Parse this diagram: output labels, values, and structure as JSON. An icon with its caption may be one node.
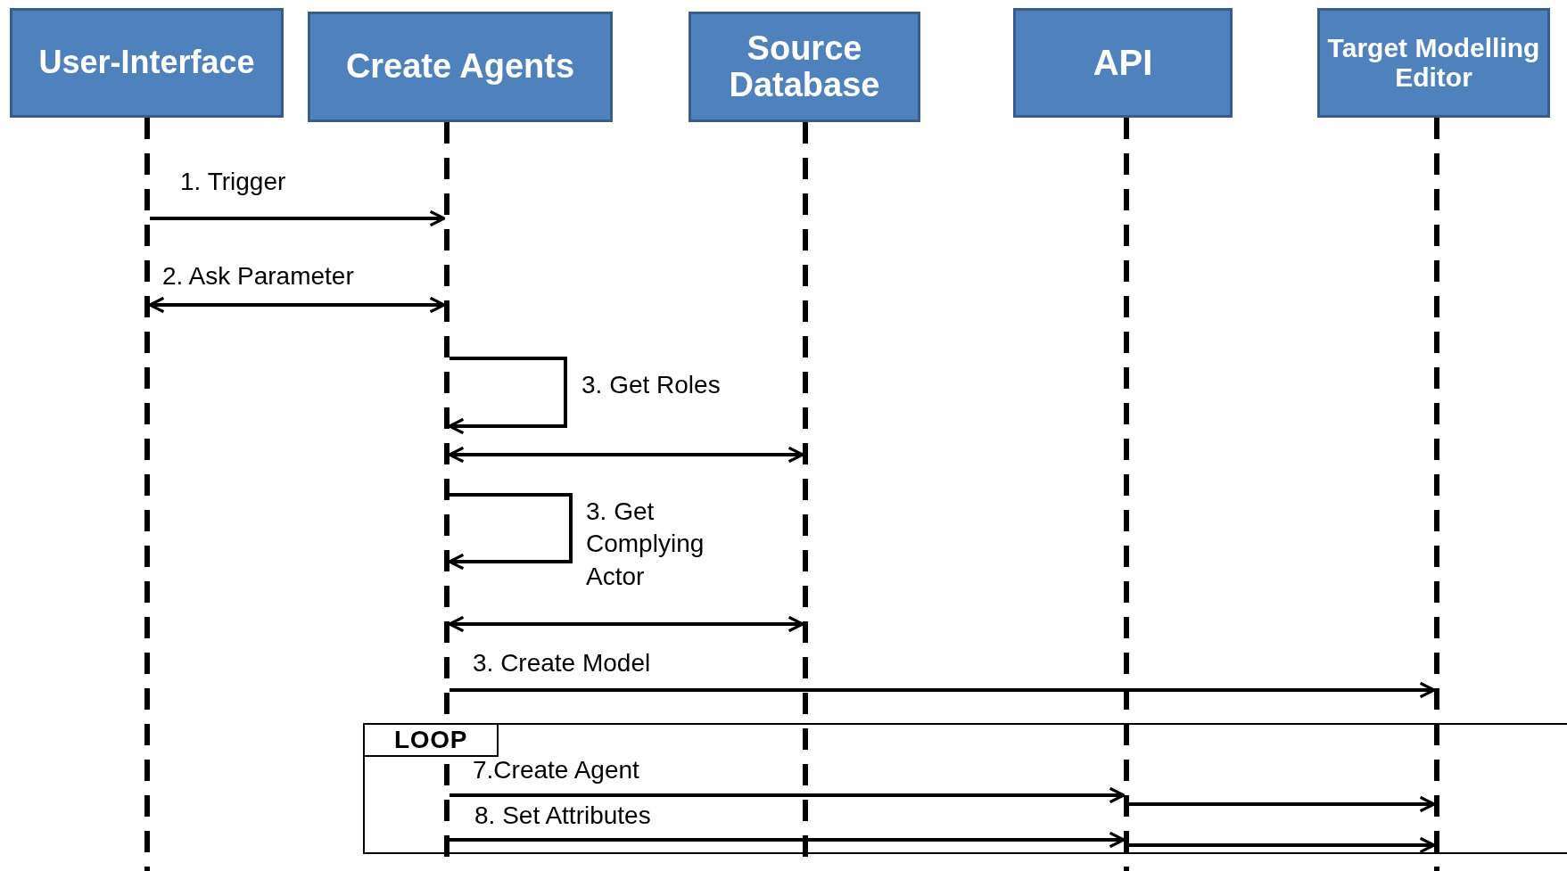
{
  "diagram": {
    "nodes": [
      {
        "text": [
          "User-Interface"
        ]
      },
      {
        "text": [
          "Create Agents"
        ]
      },
      {
        "text": [
          "Source Database"
        ]
      },
      {
        "text": [
          "API"
        ]
      },
      {
        "text": [
          "Target Modelling Editor"
        ]
      },
      {
        "text": [],
        "shape": "bar"
      },
      {
        "text": [],
        "shape": "bar"
      },
      {
        "text": [],
        "shape": "bar"
      },
      {
        "text": [],
        "shape": "bar"
      },
      {
        "text": [],
        "shape": "bar"
      }
    ],
    "labels": [
      "LOOP"
    ],
    "edges": [
      {
        "from": 5,
        "to": 6,
        "arrow": "to",
        "label": "1. Trigger"
      },
      {
        "from": 5,
        "to": 6,
        "arrow": "both",
        "label": "2. Ask Parameter"
      },
      {
        "from": 6,
        "to": 6,
        "arrow": "to",
        "label": "3. Get Roles"
      },
      {
        "from": 6,
        "to": 7,
        "arrow": "both"
      },
      {
        "from": 6,
        "to": 6,
        "arrow": "to",
        "label": "3. Get Complying Actor"
      },
      {
        "from": 6,
        "to": 7,
        "arrow": "both"
      },
      {
        "from": 6,
        "to": 9,
        "arrow": "to",
        "label": "3. Create Model"
      },
      {
        "from": 6,
        "to": 8,
        "arrow": "to",
        "label": "7.Create Agent"
      },
      {
        "from": 8,
        "to": 9,
        "arrow": "to"
      },
      {
        "from": 6,
        "to": 8,
        "arrow": "to",
        "label": "8. Set Attributes"
      },
      {
        "from": 8,
        "to": 9,
        "arrow": "to"
      }
    ]
  }
}
